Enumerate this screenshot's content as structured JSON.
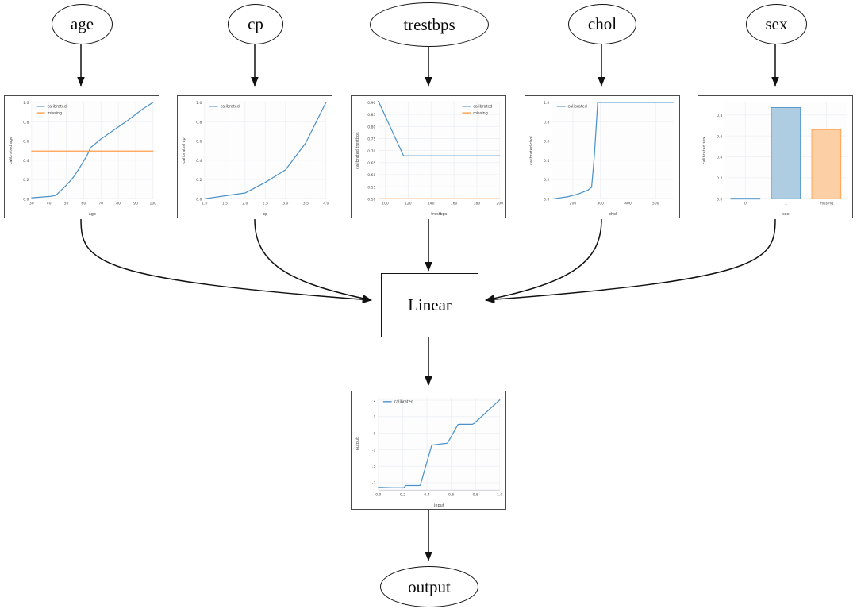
{
  "graph": {
    "input_nodes": [
      {
        "id": "age",
        "label": "age"
      },
      {
        "id": "cp",
        "label": "cp"
      },
      {
        "id": "trestbps",
        "label": "trestbps"
      },
      {
        "id": "chol",
        "label": "chol"
      },
      {
        "id": "sex",
        "label": "sex"
      }
    ],
    "linear_node": {
      "label": "Linear"
    },
    "output_node": {
      "label": "output"
    }
  },
  "legend_text": {
    "calibrated": "calibrated",
    "missing": "missing"
  },
  "colors": {
    "calibrated": "#4c92c8",
    "missing": "#ff9e4a",
    "bar_blue_fill": "#aecde3",
    "bar_blue_edge": "#4c92c8",
    "bar_orange_fill": "#fcd0a4",
    "bar_orange_edge": "#ff9e4a",
    "node_stroke": "#141414",
    "panel_border": "#4a4a4a"
  },
  "chart_data": [
    {
      "id": "age",
      "type": "line",
      "title": "",
      "xlabel": "age",
      "ylabel": "calibrated age",
      "xlim": [
        30,
        100
      ],
      "ylim": [
        0.0,
        1.0
      ],
      "xticks": [
        30,
        40,
        50,
        60,
        70,
        80,
        90,
        100
      ],
      "yticks": [
        0.0,
        0.2,
        0.4,
        0.6,
        0.8,
        1.0
      ],
      "grid": true,
      "legend_position": "upper left",
      "series": [
        {
          "name": "calibrated",
          "x": [
            30,
            41,
            44,
            50,
            54,
            58,
            62,
            64,
            70,
            78,
            86,
            94,
            100
          ],
          "y": [
            0.01,
            0.025,
            0.035,
            0.14,
            0.22,
            0.33,
            0.45,
            0.53,
            0.62,
            0.72,
            0.82,
            0.93,
            1.0
          ]
        },
        {
          "name": "missing",
          "x": [
            30,
            100
          ],
          "y": [
            0.495,
            0.495
          ]
        }
      ]
    },
    {
      "id": "cp",
      "type": "line",
      "title": "",
      "xlabel": "cp",
      "ylabel": "calibrated cp",
      "xlim": [
        1.0,
        4.0
      ],
      "ylim": [
        0.0,
        1.0
      ],
      "xticks": [
        1.0,
        1.5,
        2.0,
        2.5,
        3.0,
        3.5,
        4.0
      ],
      "yticks": [
        0.0,
        0.2,
        0.4,
        0.6,
        0.8,
        1.0
      ],
      "grid": true,
      "legend_position": "upper left",
      "series": [
        {
          "name": "calibrated",
          "x": [
            1.0,
            1.5,
            2.0,
            2.5,
            3.0,
            3.5,
            4.0
          ],
          "y": [
            0.0,
            0.03,
            0.06,
            0.17,
            0.3,
            0.58,
            1.0
          ]
        }
      ]
    },
    {
      "id": "trestbps",
      "type": "line",
      "title": "",
      "xlabel": "trestbps",
      "ylabel": "calibrated trestbps",
      "xlim": [
        94,
        200
      ],
      "ylim": [
        0.5,
        0.9
      ],
      "xticks": [
        100,
        120,
        140,
        160,
        180,
        200
      ],
      "yticks": [
        0.5,
        0.55,
        0.6,
        0.65,
        0.7,
        0.75,
        0.8,
        0.85,
        0.9
      ],
      "grid": true,
      "legend_position": "upper right",
      "series": [
        {
          "name": "calibrated",
          "x": [
            94,
            116,
            200
          ],
          "y": [
            0.905,
            0.678,
            0.678
          ]
        },
        {
          "name": "missing",
          "x": [
            94,
            200
          ],
          "y": [
            0.5,
            0.5
          ]
        }
      ]
    },
    {
      "id": "chol",
      "type": "line",
      "title": "",
      "xlabel": "chol",
      "ylabel": "calibrated chol",
      "xlim": [
        125,
        565
      ],
      "ylim": [
        0.0,
        1.0
      ],
      "xticks": [
        200,
        300,
        400,
        500
      ],
      "yticks": [
        0.0,
        0.2,
        0.4,
        0.6,
        0.8,
        1.0
      ],
      "grid": true,
      "legend_position": "upper left",
      "series": [
        {
          "name": "calibrated",
          "x": [
            130,
            180,
            220,
            255,
            268,
            278,
            290,
            565
          ],
          "y": [
            0.0,
            0.02,
            0.05,
            0.09,
            0.12,
            0.45,
            1.0,
            1.0
          ]
        }
      ]
    },
    {
      "id": "sex",
      "type": "bar",
      "title": "",
      "xlabel": "sex",
      "ylabel": "calibrated sex",
      "categories": [
        "0",
        "1",
        "missing"
      ],
      "values": [
        0.005,
        0.87,
        0.66
      ],
      "bar_colors": [
        "blue",
        "blue",
        "orange"
      ],
      "ylim": [
        0.0,
        0.92
      ],
      "yticks": [
        0.0,
        0.2,
        0.4,
        0.6,
        0.8
      ],
      "grid": true,
      "legend_position": "none"
    },
    {
      "id": "output",
      "type": "line",
      "title": "",
      "xlabel": "input",
      "ylabel": "output",
      "xlim": [
        0.0,
        1.0
      ],
      "ylim": [
        -3.45,
        2.15
      ],
      "xticks": [
        0.0,
        0.2,
        0.4,
        0.6,
        0.8,
        1.0
      ],
      "yticks": [
        -3,
        -2,
        -1,
        0,
        1,
        2
      ],
      "grid": true,
      "legend_position": "upper left",
      "series": [
        {
          "name": "calibrated",
          "x": [
            0.0,
            0.12,
            0.21,
            0.225,
            0.33,
            0.345,
            0.44,
            0.455,
            0.5,
            0.555,
            0.57,
            0.655,
            0.67,
            0.775,
            0.79,
            1.0
          ],
          "y": [
            -3.28,
            -3.3,
            -3.3,
            -3.17,
            -3.17,
            -3.16,
            -0.72,
            -0.71,
            -0.67,
            -0.62,
            -0.6,
            0.52,
            0.54,
            0.54,
            0.6,
            2.02
          ]
        }
      ]
    }
  ]
}
